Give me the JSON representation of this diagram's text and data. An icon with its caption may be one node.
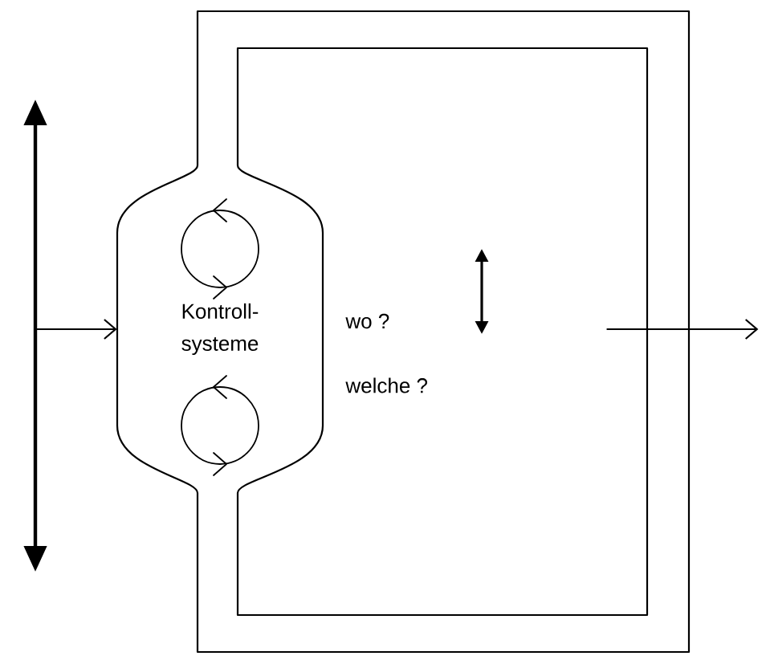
{
  "diagram": {
    "nodes": [
      {
        "text": [],
        "shape": "bar"
      },
      {
        "text": [
          "Kontroll- systeme"
        ]
      }
    ],
    "edges": [
      {
        "from": 0,
        "to": 1,
        "arrow": "to"
      },
      {
        "from": 1,
        "to": null,
        "arrow": "to"
      }
    ],
    "labels": [
      "wo ?",
      "welche ?"
    ]
  }
}
